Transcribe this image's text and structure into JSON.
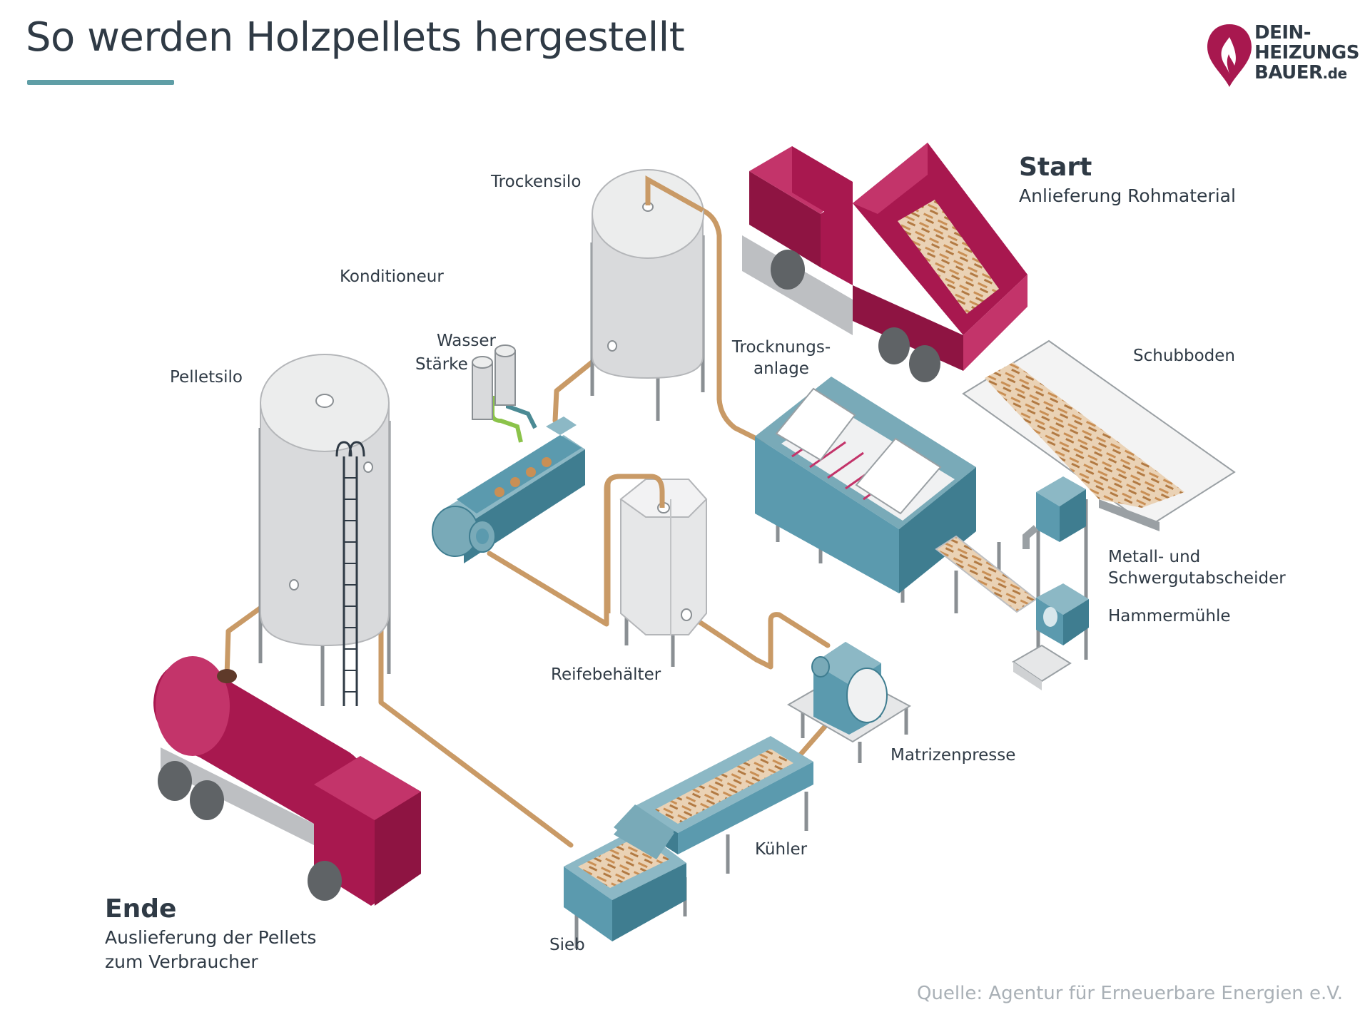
{
  "title": "So werden Holzpellets hergestellt",
  "logo": {
    "line1": "DEIN-",
    "line2": "HEIZUNGS",
    "line3": "BAUER",
    "tld": ".de"
  },
  "start": {
    "heading": "Start",
    "text": "Anlieferung Rohmaterial"
  },
  "end": {
    "heading": "Ende",
    "line1": "Auslieferung der Pellets",
    "line2": "zum Verbraucher"
  },
  "labels": {
    "trockensilo": "Trockensilo",
    "konditioneur": "Konditioneur",
    "wasser": "Wasser",
    "staerke": "Stärke",
    "pelletsilo": "Pelletsilo",
    "trocknungsanlage_1": "Trocknungs-",
    "trocknungsanlage_2": "anlage",
    "schubboden": "Schubboden",
    "abscheider_1": "Metall- und",
    "abscheider_2": "Schwergutabscheider",
    "hammermuehle": "Hammermühle",
    "reifebehaelter": "Reifebehälter",
    "matrizenpresse": "Matrizenpresse",
    "kuehler": "Kühler",
    "sieb": "Sieb"
  },
  "source": "Quelle: Agentur für Erneuerbare Energien e.V.",
  "colors": {
    "truck_red": "#a8184f",
    "silo_grey": "#d9dadc",
    "machine_blue": "#5b9aae",
    "pipe": "#c99a66",
    "wood": "#d7a571",
    "water_pipe": "#4b8a94",
    "starch_pipe": "#8bc34a",
    "accent_teal": "#5f9ea6",
    "text": "#2f3a45"
  }
}
